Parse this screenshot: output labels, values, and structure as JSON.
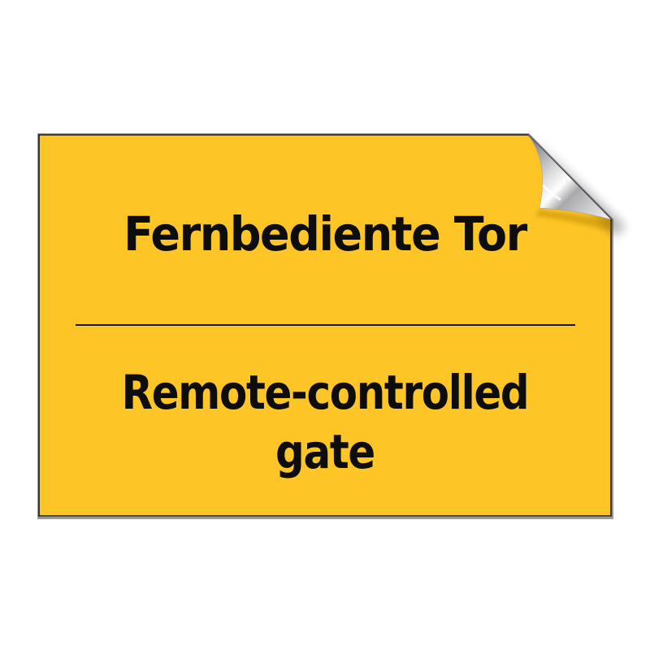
{
  "sign": {
    "type": "peel-off sticker sign",
    "background_color": "#FDC626",
    "border_color": "#1a1a1a",
    "text_color": "#0d0d0d",
    "corner_effect": "peeled top-right corner (silver backing)",
    "title_de": "Fernbediente Tor",
    "title_en_line1": "Remote-controlled",
    "title_en_line2": "gate"
  }
}
